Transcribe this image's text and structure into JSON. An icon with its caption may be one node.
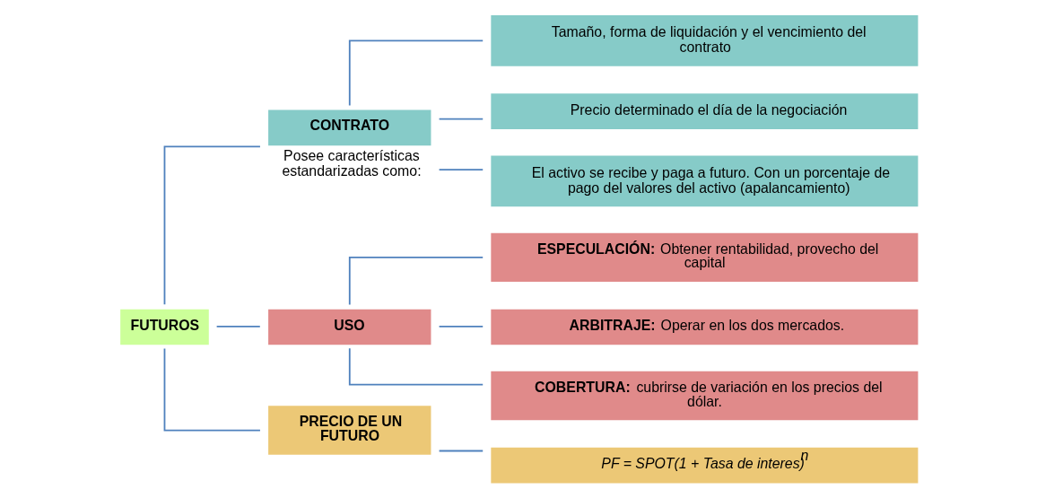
{
  "diagram": {
    "nodes": [
      {
        "text": [
          "FUTUROS"
        ]
      },
      {
        "text": [
          "CONTRATO"
        ],
        "beside": [
          "Posee características estandarizadas como:"
        ]
      },
      {
        "text": [
          "Tamaño, forma de liquidación y el vencimiento del contrato"
        ]
      },
      {
        "text": [
          "Precio determinado el día de la negociación"
        ]
      },
      {
        "text": [
          "El activo se recibe y paga a futuro. Con un porcentaje de pago del valores del activo (apalancamiento)"
        ]
      },
      {
        "text": [
          "USO"
        ]
      },
      {
        "text": [
          "**ESPECULACIÓN:** Obtener rentabilidad, provecho del capital"
        ]
      },
      {
        "text": [
          "**ARBITRAJE:** Operar en los dos mercados."
        ]
      },
      {
        "text": [
          "**COBERTURA:** cubrirse de variación en los precios del dólar."
        ]
      },
      {
        "text": [
          "PRECIO DE UN FUTURO"
        ]
      },
      {
        "text": [
          "PF = SPOT(1 + Tasa de interes)$^{n}$"
        ]
      }
    ],
    "edges": [
      {
        "from": 0,
        "to": 1,
        "arrow": "none"
      },
      {
        "from": 0,
        "to": 5,
        "arrow": "none"
      },
      {
        "from": 0,
        "to": 9,
        "arrow": "none"
      },
      {
        "from": 1,
        "to": 2,
        "arrow": "none"
      },
      {
        "from": 1,
        "to": 3,
        "arrow": "none"
      },
      {
        "from": 1,
        "to": 4,
        "arrow": "none"
      },
      {
        "from": 5,
        "to": 6,
        "arrow": "none"
      },
      {
        "from": 5,
        "to": 7,
        "arrow": "none"
      },
      {
        "from": 5,
        "to": 8,
        "arrow": "none"
      },
      {
        "from": 9,
        "to": 10,
        "arrow": "none"
      }
    ]
  }
}
